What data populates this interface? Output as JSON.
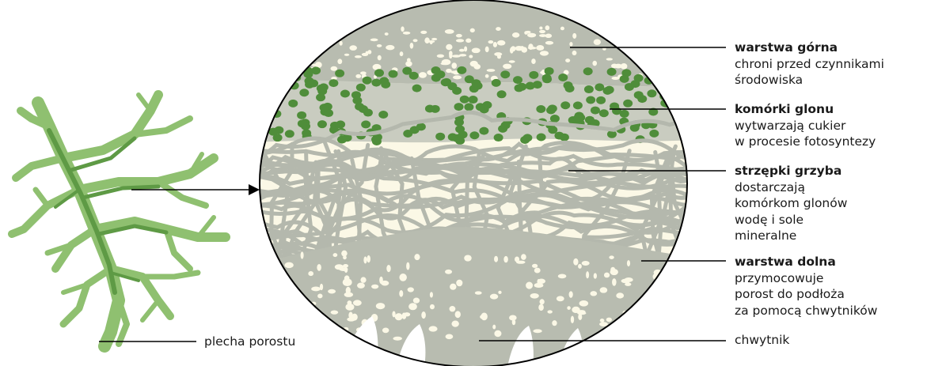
{
  "labels": {
    "upper": {
      "title": "warstwa górna",
      "desc": "chroni przed czynnikami\nśrodowiska"
    },
    "algae": {
      "title": "komórki glonu",
      "desc": "wytwarzają cukier\nw procesie fotosyntezy"
    },
    "hyphae": {
      "title": "strzępki grzyba",
      "desc": "dostarczają\nkomórkom glonów\nwodę i sole\nmineralne"
    },
    "lower": {
      "title": "warstwa dolna",
      "desc": "przymocowuje\nporost do podłoża\nza pomocą chwytników"
    },
    "rhizine": "chwytnik",
    "thallus": "plecha porostu"
  },
  "colors": {
    "lichen_light": "#8fc070",
    "lichen_dark": "#5e9a45",
    "cortex": "#b8bcb0",
    "algae_cell": "#4f8d3a",
    "medulla_bg": "#fbf8e6",
    "hyphae": "#b4b8ad",
    "line": "#000000"
  }
}
